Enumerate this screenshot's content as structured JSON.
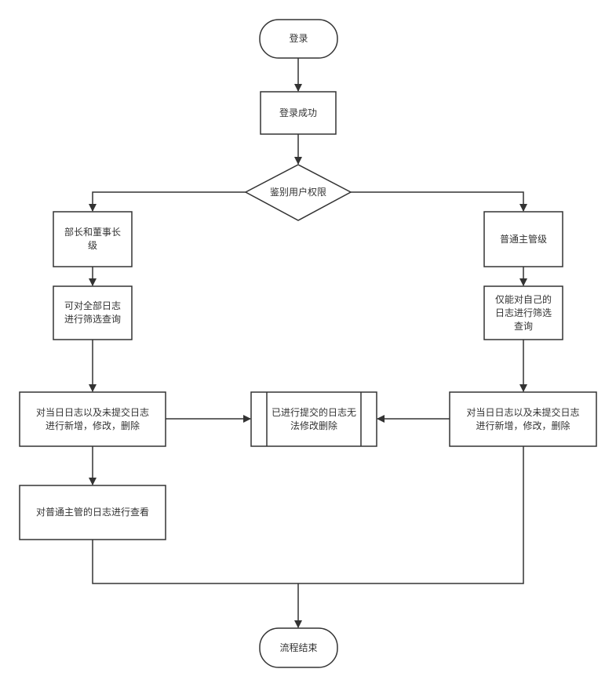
{
  "colors": {
    "stroke": "#333333",
    "fill": "#ffffff",
    "text": "#333333"
  },
  "nodes": {
    "start": {
      "shape": "terminal",
      "label": "登录"
    },
    "login_success": {
      "shape": "process",
      "label": "登录成功"
    },
    "check_permission": {
      "shape": "decision",
      "label": "鉴别用户权限"
    },
    "director_level": {
      "shape": "process",
      "label": "部长和董事长\n级"
    },
    "query_all_logs": {
      "shape": "process",
      "label": "可对全部日志\n进行筛选查询"
    },
    "edit_logs_left": {
      "shape": "process",
      "label": "对当日日志以及未提交日志\n进行新增，修改，删除"
    },
    "submitted_locked": {
      "shape": "predefined-process",
      "label": "已进行提交的日志无\n法修改删除"
    },
    "supervisor_level": {
      "shape": "process",
      "label": "普通主管级"
    },
    "query_own_logs": {
      "shape": "process",
      "label": "仅能对自己的\n日志进行筛选\n查询"
    },
    "edit_logs_right": {
      "shape": "process",
      "label": "对当日日志以及未提交日志\n进行新增，修改，删除"
    },
    "view_supervisor_logs": {
      "shape": "process",
      "label": "对普通主管的日志进行查看"
    },
    "end": {
      "shape": "terminal",
      "label": "流程结束"
    }
  },
  "edges": [
    {
      "from": "start",
      "to": "login_success"
    },
    {
      "from": "login_success",
      "to": "check_permission"
    },
    {
      "from": "check_permission",
      "to": "director_level"
    },
    {
      "from": "check_permission",
      "to": "supervisor_level"
    },
    {
      "from": "director_level",
      "to": "query_all_logs"
    },
    {
      "from": "query_all_logs",
      "to": "edit_logs_left"
    },
    {
      "from": "edit_logs_left",
      "to": "submitted_locked"
    },
    {
      "from": "edit_logs_left",
      "to": "view_supervisor_logs"
    },
    {
      "from": "supervisor_level",
      "to": "query_own_logs"
    },
    {
      "from": "query_own_logs",
      "to": "edit_logs_right"
    },
    {
      "from": "edit_logs_right",
      "to": "submitted_locked"
    },
    {
      "from": "view_supervisor_logs",
      "to": "end"
    },
    {
      "from": "edit_logs_right",
      "to": "end"
    }
  ]
}
